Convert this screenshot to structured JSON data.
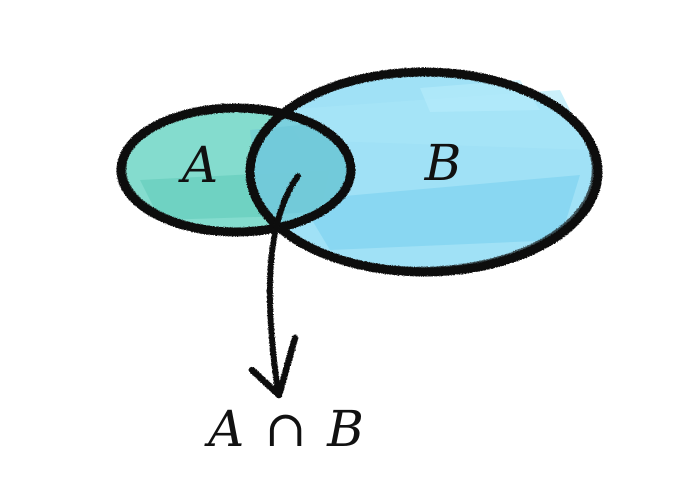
{
  "sets": {
    "a": {
      "label": "A",
      "fill": "#6fd6c6"
    },
    "b": {
      "label": "B",
      "fill": "#8fdcf4"
    }
  },
  "intersection": {
    "left": "A",
    "operator": "∩",
    "right": "B",
    "fill": "#7ccfe0"
  },
  "stroke_color": "#111111"
}
